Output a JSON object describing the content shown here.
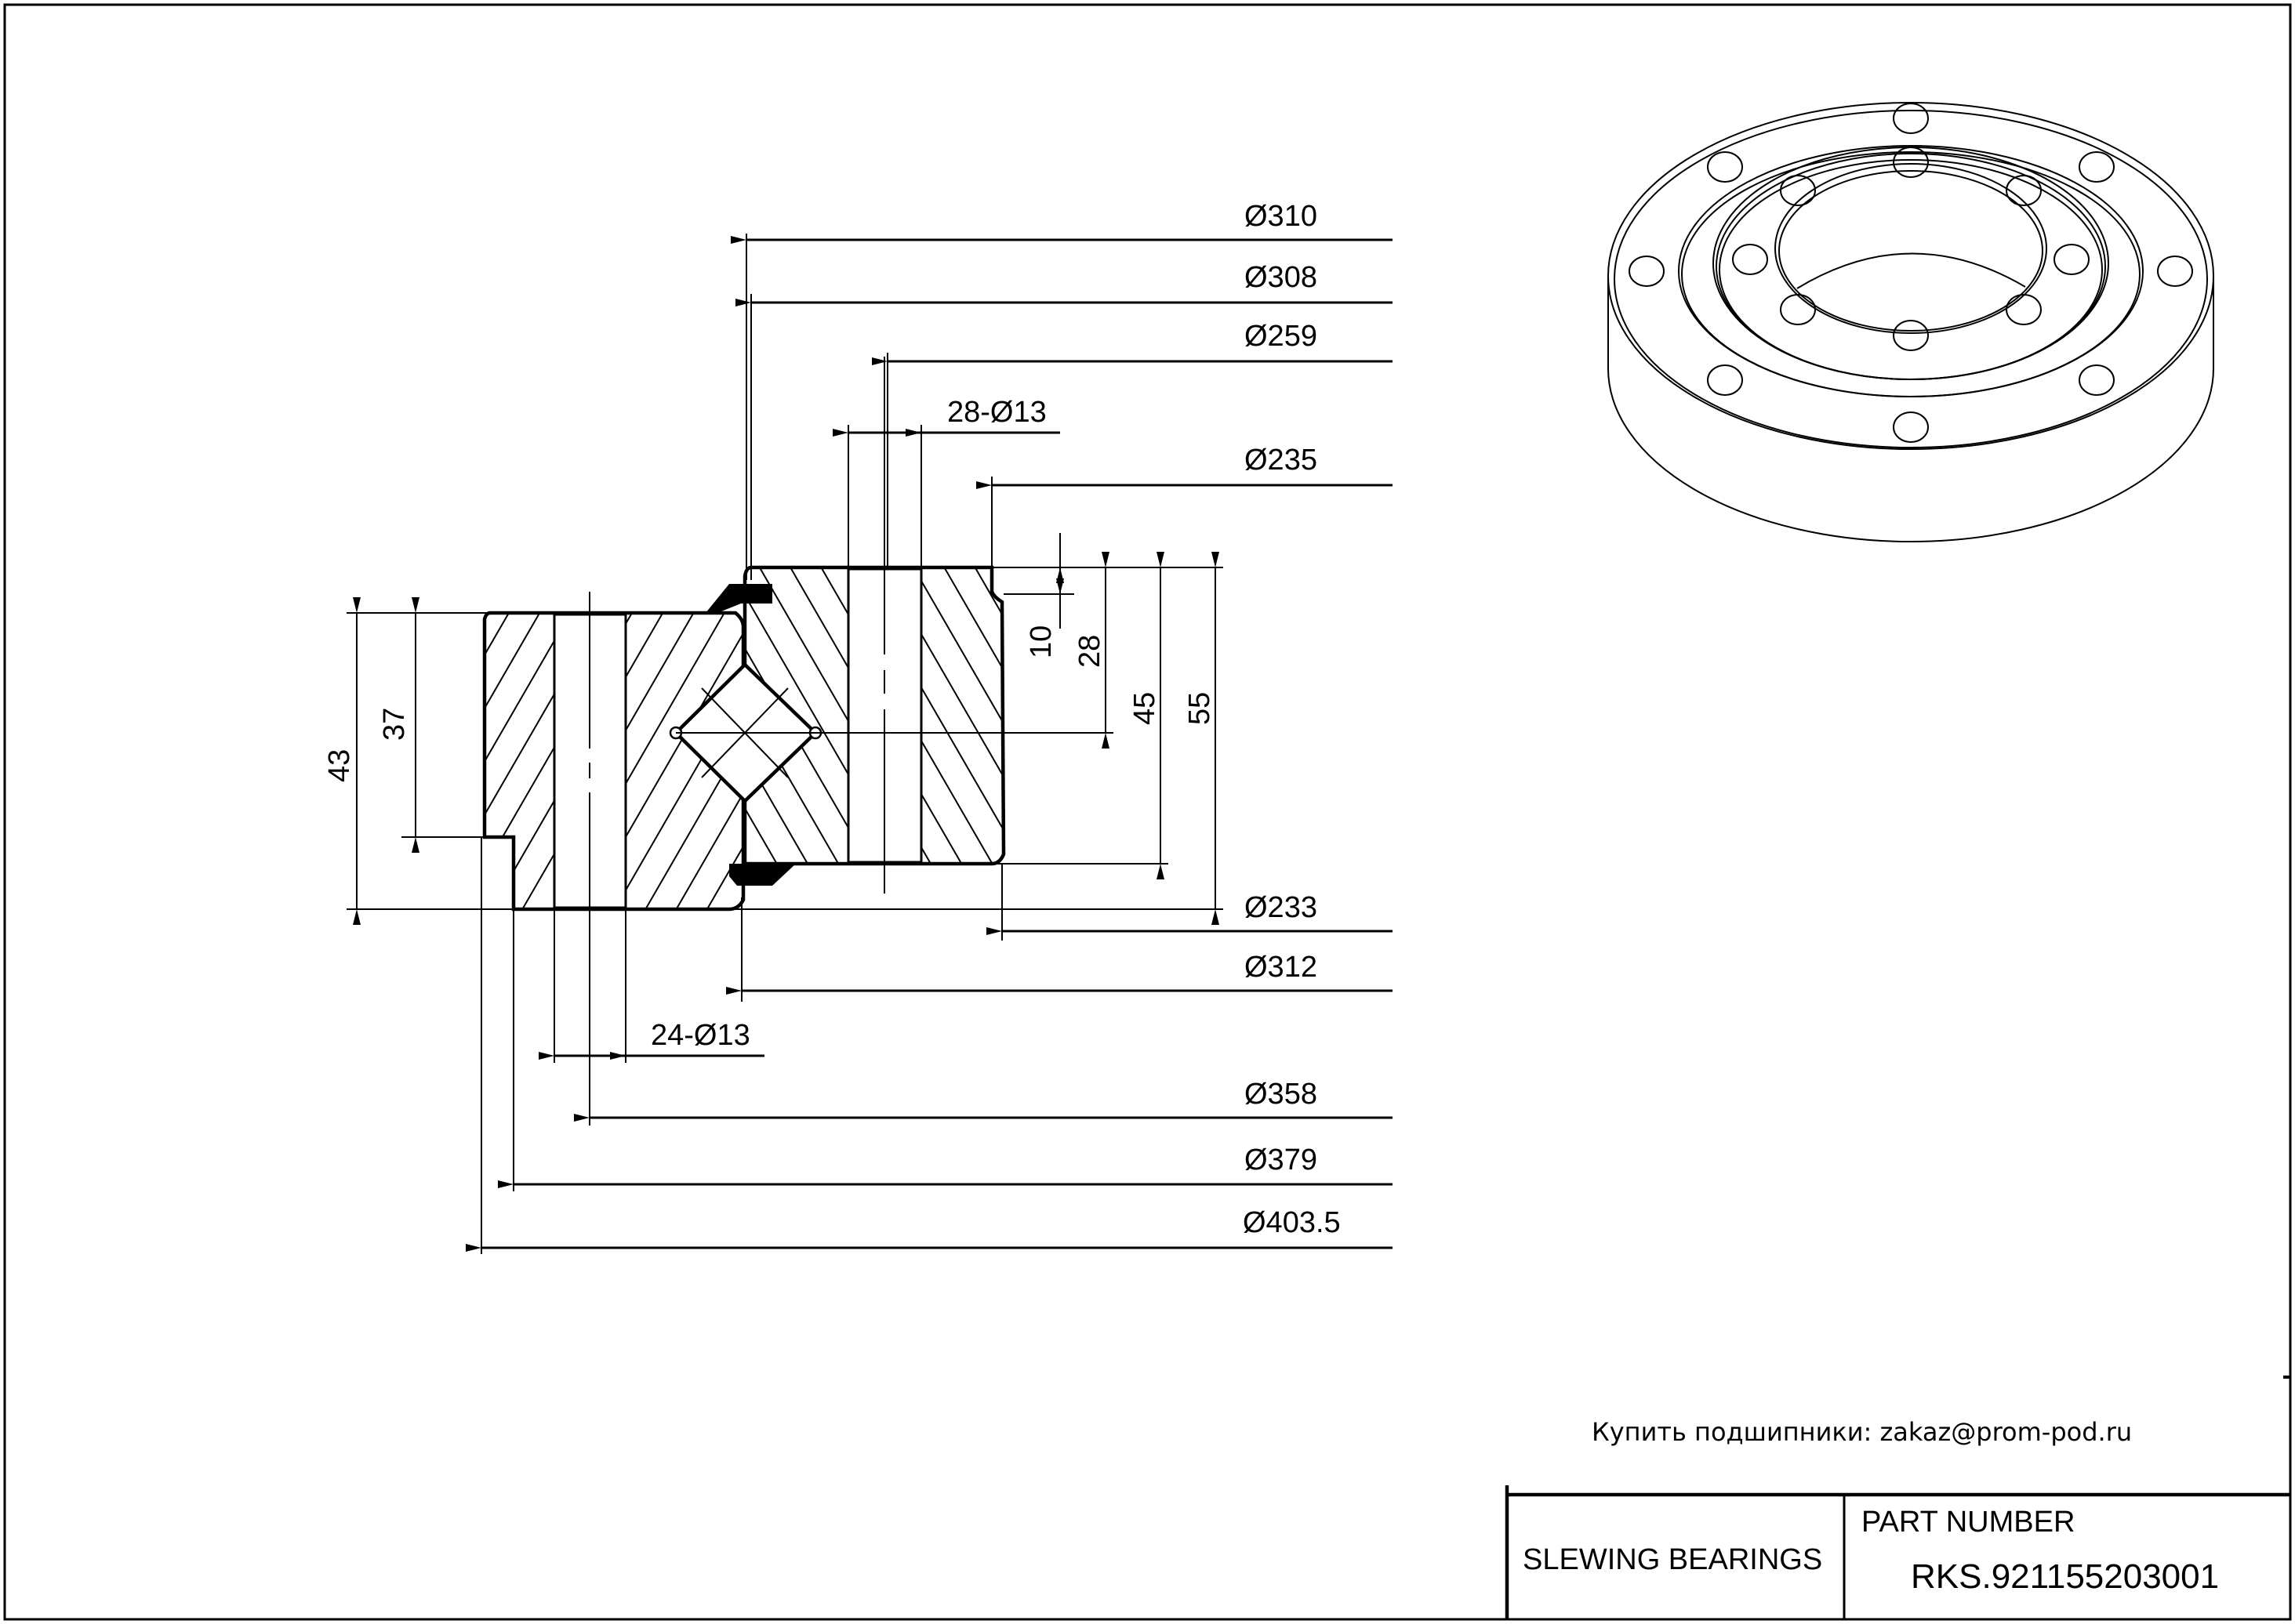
{
  "drawing": {
    "type": "engineering drawing",
    "view": "cross-section and isometric view"
  },
  "diameters_top": [
    {
      "id": "d310",
      "label": "Ø310"
    },
    {
      "id": "d308",
      "label": "Ø308"
    },
    {
      "id": "d259",
      "label": "Ø259"
    },
    {
      "id": "d235",
      "label": "Ø235"
    }
  ],
  "diameters_bottom": [
    {
      "id": "d233",
      "label": "Ø233"
    },
    {
      "id": "d312",
      "label": "Ø312"
    },
    {
      "id": "d358",
      "label": "Ø358"
    },
    {
      "id": "d379",
      "label": "Ø379"
    },
    {
      "id": "d403",
      "label": "Ø403.5"
    }
  ],
  "holes": {
    "inner": "28-Ø13",
    "outer": "24-Ø13"
  },
  "heights": {
    "h43": "43",
    "h37": "37",
    "h10": "10",
    "h28": "28",
    "h45": "45",
    "h55": "55"
  },
  "note": "Купить подшипники: zakaz@prom-pod.ru",
  "title_block": {
    "category": "SLEWING BEARINGS",
    "part_number_label": "PART  NUMBER",
    "part_number": "RKS.921155203001"
  }
}
